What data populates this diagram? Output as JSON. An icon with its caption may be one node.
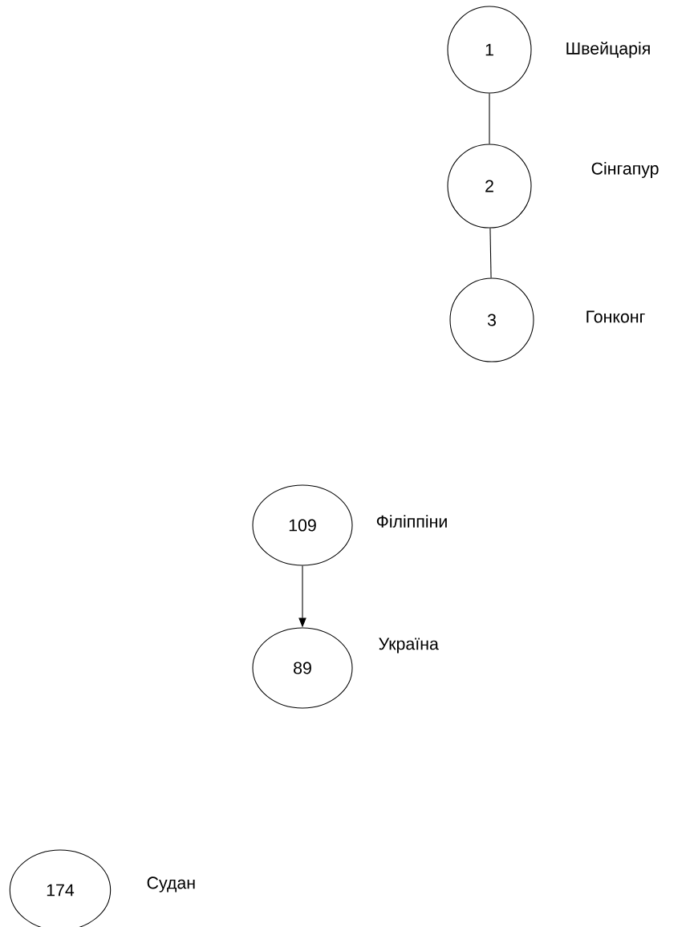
{
  "diagram": {
    "nodes": [
      {
        "text": [
          "1"
        ],
        "beside": [
          "Швейцарія"
        ]
      },
      {
        "text": [
          "2"
        ],
        "beside": [
          "Сінгапур"
        ]
      },
      {
        "text": [
          "3"
        ],
        "beside": [
          "Гонконг"
        ]
      },
      {
        "text": [
          "109"
        ],
        "beside": [
          "Філіппіни"
        ]
      },
      {
        "text": [
          "89"
        ],
        "beside": [
          "Україна"
        ]
      },
      {
        "text": [
          "174"
        ],
        "beside": [
          "Судан"
        ]
      }
    ],
    "edges": [
      {
        "from": 0,
        "to": 1,
        "arrow": "none"
      },
      {
        "from": 1,
        "to": 2,
        "arrow": "none"
      },
      {
        "from": 3,
        "to": 4,
        "arrow": "to"
      }
    ]
  }
}
